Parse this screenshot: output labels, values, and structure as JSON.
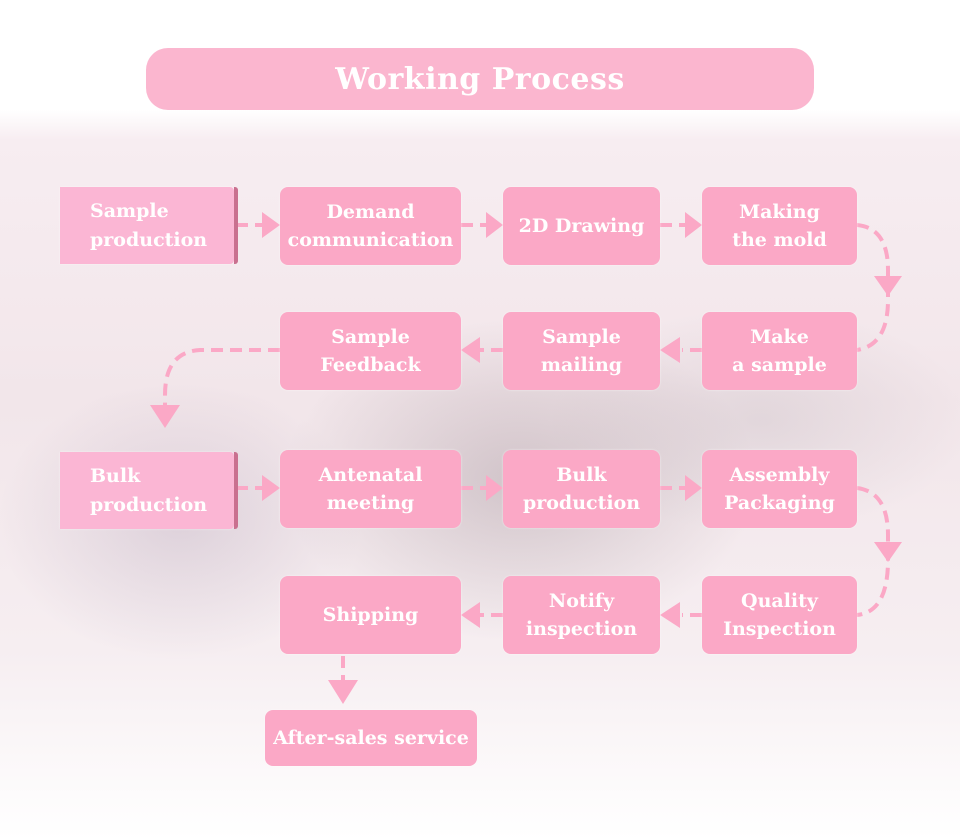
{
  "title": "Working Process",
  "steps": {
    "s1": "Sample\nproduction",
    "s2": "Demand\ncommunication",
    "s3": "2D Drawing",
    "s4": "Making\nthe mold",
    "s5": "Make\na sample",
    "s6": "Sample\nmailing",
    "s7": "Sample\nFeedback",
    "s8": "Bulk\nproduction",
    "s9": "Antenatal\nmeeting",
    "s10": "Bulk\nproduction",
    "s11": "Assembly\nPackaging",
    "s12": "Quality\nInspection",
    "s13": "Notify\ninspection",
    "s14": "Shipping",
    "s15": "After-sales service"
  },
  "colors": {
    "box": "#fba8c6",
    "title_bar": "#fbb6cf",
    "arrow": "#fba8c6"
  }
}
